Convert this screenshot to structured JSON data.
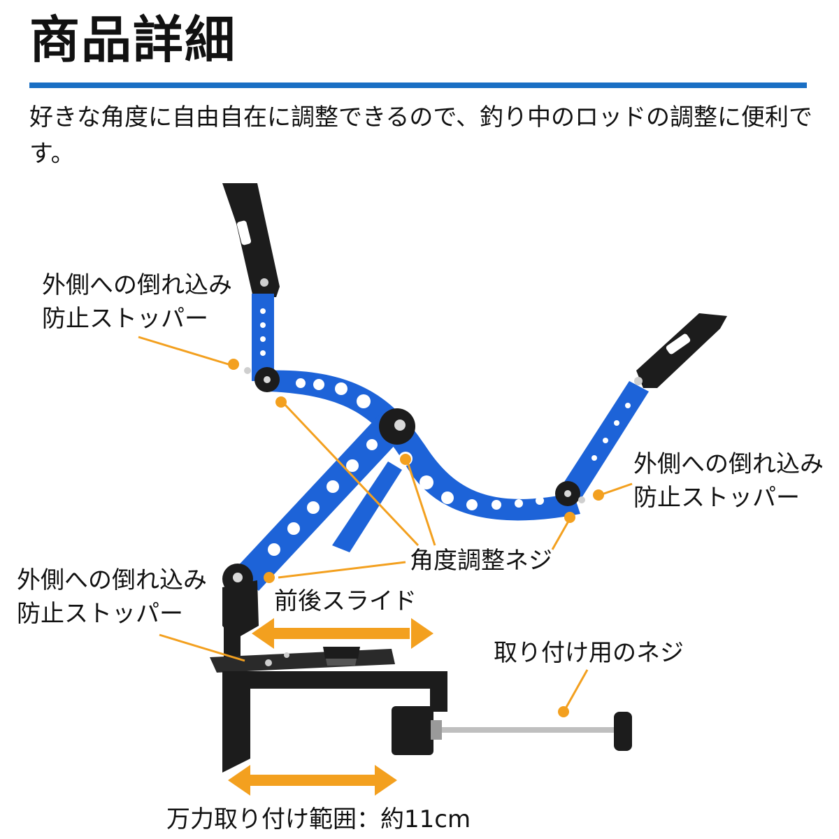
{
  "header": {
    "title": "商品詳細",
    "description": "好きな角度に自由自在に調整できるので、釣り中のロッドの調整に便利です。"
  },
  "labels": {
    "stopper_top_left": [
      "外側への倒れ込み",
      "防止ストッパー"
    ],
    "stopper_right": [
      "外側への倒れ込み",
      "防止ストッパー"
    ],
    "stopper_bottom_left": [
      "外側への倒れ込み",
      "防止ストッパー"
    ],
    "angle_screw": "角度調整ネジ",
    "slide": "前後スライド",
    "mount_screw": "取り付け用のネジ",
    "clamp_range": "万力取り付け範囲：約11cm"
  },
  "colors": {
    "accent_blue": "#1a6fc4",
    "callout_orange": "#f3a01f",
    "arm_blue": "#1d63d8",
    "black_part": "#1c1c1c"
  }
}
